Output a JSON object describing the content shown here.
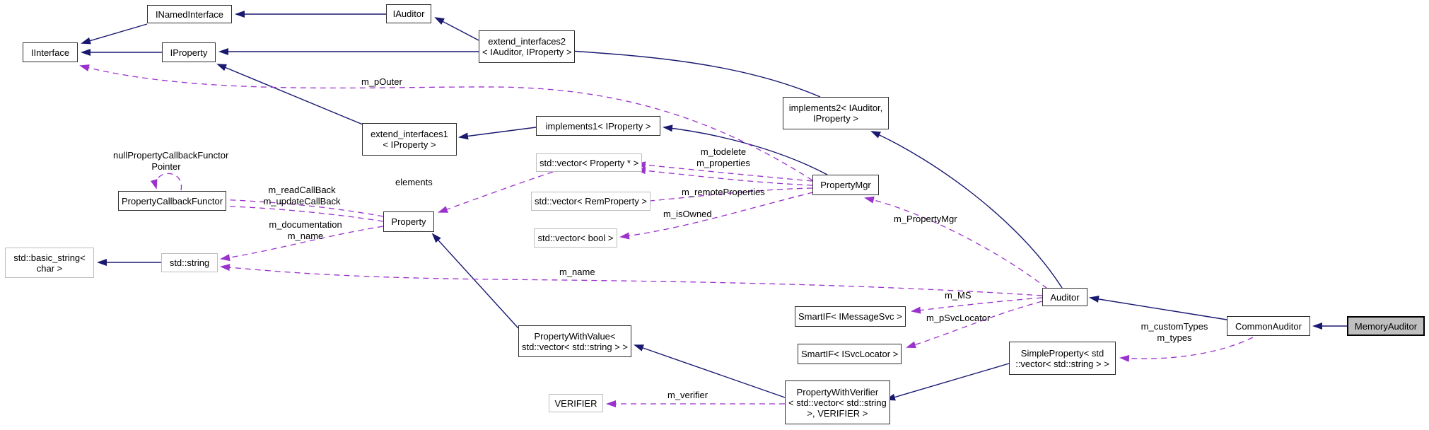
{
  "nodes": {
    "iinterface": "IInterface",
    "inamedinterface": "INamedInterface",
    "iauditor": "IAuditor",
    "iproperty": "IProperty",
    "extend_interfaces2": "extend_interfaces2\n< IAuditor, IProperty >",
    "implements2": "implements2< IAuditor,\nIProperty >",
    "extend_interfaces1": "extend_interfaces1\n< IProperty >",
    "implements1": "implements1< IProperty >",
    "propertymgr": "PropertyMgr",
    "vector_property": "std::vector< Property * >",
    "vector_remproperty": "std::vector< RemProperty >",
    "vector_bool": "std::vector< bool >",
    "propertycallbackfunctor": "PropertyCallbackFunctor",
    "property": "Property",
    "stdstring": "std::string",
    "basicstring": "std::basic_string<\nchar >",
    "auditor": "Auditor",
    "smartif_imessagesvc": "SmartIF< IMessageSvc >",
    "smartif_isvclocator": "SmartIF< ISvcLocator >",
    "simpleproperty": "SimpleProperty< std\n::vector< std::string > >",
    "propertywithvalue": "PropertyWithValue<\nstd::vector< std::string > >",
    "propertywithverifier": "PropertyWithVerifier\n< std::vector< std::string\n>, VERIFIER >",
    "verifier": "VERIFIER",
    "commonauditor": "CommonAuditor",
    "memoryauditor": "MemoryAuditor"
  },
  "labels": {
    "m_pOuter": "m_pOuter",
    "null_pcf_pointer": "nullPropertyCallbackFunctor\nPointer",
    "read_update_callback": "m_readCallBack\nm_updateCallBack",
    "documentation_name": "m_documentation\nm_name",
    "todelete_properties": "m_todelete\nm_properties",
    "m_remoteProperties": "m_remoteProperties",
    "m_isOwned": "m_isOwned",
    "elements": "elements",
    "m_name": "m_name",
    "m_PropertyMgr": "m_PropertyMgr",
    "m_MS": "m_MS",
    "m_pSvcLocator": "m_pSvcLocator",
    "customtypes_types": "m_customTypes\nm_types",
    "m_verifier": "m_verifier"
  },
  "colors": {
    "inheritance_edge": "#191970",
    "usage_edge": "#9a32cd",
    "node_fill": "#ffffff",
    "node_border": "#2e2e2e",
    "external_node_border": "#bdbdbd",
    "current_node_fill": "#bfbfbf",
    "text": "#000000"
  }
}
